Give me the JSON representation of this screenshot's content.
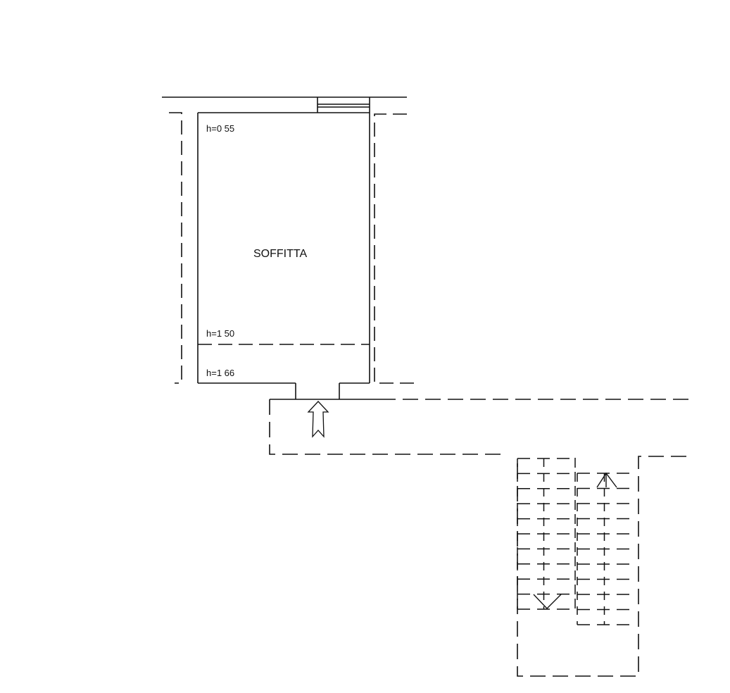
{
  "plan": {
    "room_name": "SOFFITTA",
    "heights": [
      "h=0 55",
      "h=1 50",
      "h=1 66"
    ],
    "stair_steps_left": 10,
    "stair_steps_right": 11
  },
  "colors": {
    "line": "#111111",
    "background": "#ffffff"
  }
}
